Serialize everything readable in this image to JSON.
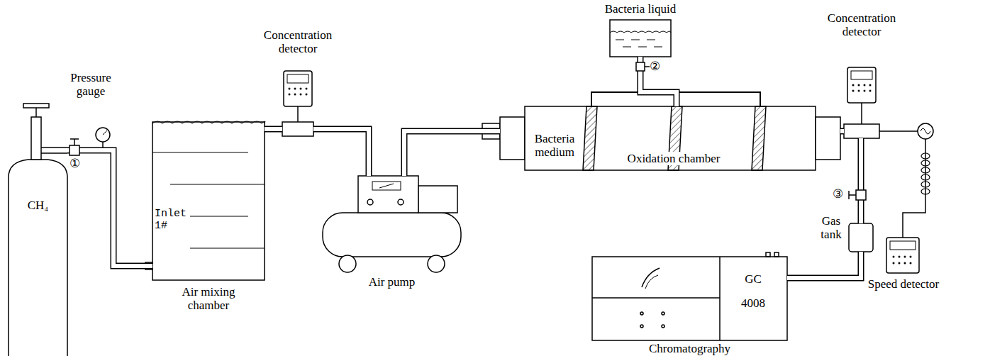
{
  "diagram": {
    "nodes": [
      {
        "text": [
          "CH₄"
        ]
      },
      {
        "text": [
          "Air mixing chamber"
        ]
      },
      {
        "text": [
          "Concentration detector"
        ]
      },
      {
        "text": [
          "Air pump"
        ]
      },
      {
        "text": [
          "Bacteria liquid"
        ]
      },
      {
        "text": [
          "Oxidation chamber"
        ]
      },
      {
        "text": [
          "Concentration detector"
        ]
      },
      {
        "text": [
          "Gas tank"
        ]
      },
      {
        "text": [
          "Speed detector"
        ]
      },
      {
        "text": [
          "GC",
          "4008",
          "Chromatography"
        ]
      }
    ],
    "edges": [
      {
        "from": 0,
        "to": 1,
        "arrow": "none"
      },
      {
        "from": 1,
        "to": 2,
        "arrow": "none"
      },
      {
        "from": 2,
        "to": 3,
        "arrow": "none"
      },
      {
        "from": 3,
        "to": 5,
        "arrow": "none"
      },
      {
        "from": 4,
        "to": 5,
        "arrow": "none"
      },
      {
        "from": 5,
        "to": 6,
        "arrow": "none"
      },
      {
        "from": 6,
        "to": 8,
        "arrow": "none"
      },
      {
        "from": 6,
        "to": 7,
        "arrow": "none"
      },
      {
        "from": 7,
        "to": 9,
        "arrow": "none"
      }
    ],
    "labels": [
      "Pressure gauge",
      "①",
      "Inlet 1#",
      "Bacteria medium",
      "②",
      "③"
    ]
  }
}
